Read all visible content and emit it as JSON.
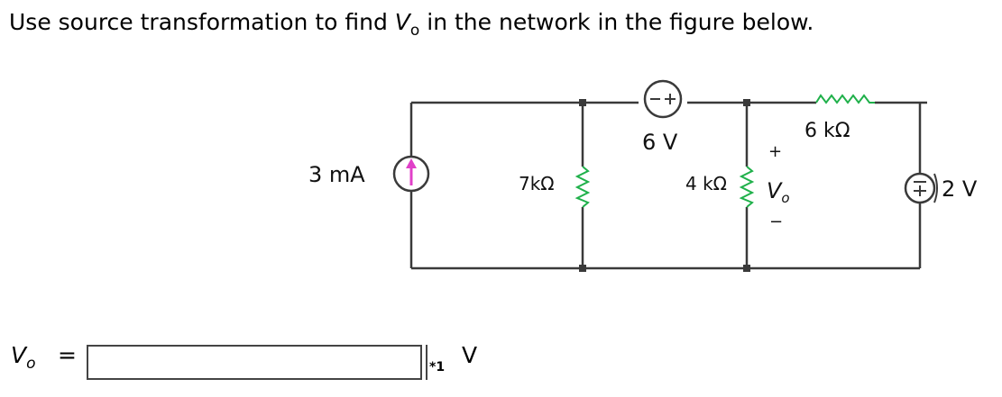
{
  "question": {
    "prefix": "Use source transformation to find ",
    "var": "V",
    "var_sub": "o",
    "suffix": " in the network in the figure below."
  },
  "circuit": {
    "current_source_label": "3 mA",
    "r1_label": "7kΩ",
    "vsource_top_label": "6 V",
    "vsource_top_sign": "+",
    "r2_label": "4 kΩ",
    "r3_label": "6  kΩ",
    "vo_plus": "+",
    "vo_minus": "−",
    "vo_label": "V",
    "vo_sub": "o",
    "vsource_right_label": "2 V",
    "vsource_right_signs": "∓",
    "colors": {
      "wire": "#3a3a3a",
      "resistor": "#1fb04a",
      "arrow": "#e040c8"
    }
  },
  "answer": {
    "label_var": "V",
    "label_sub": "o",
    "equals": "=",
    "value": "",
    "placeholder": "",
    "mark": "*1",
    "unit": "V"
  }
}
